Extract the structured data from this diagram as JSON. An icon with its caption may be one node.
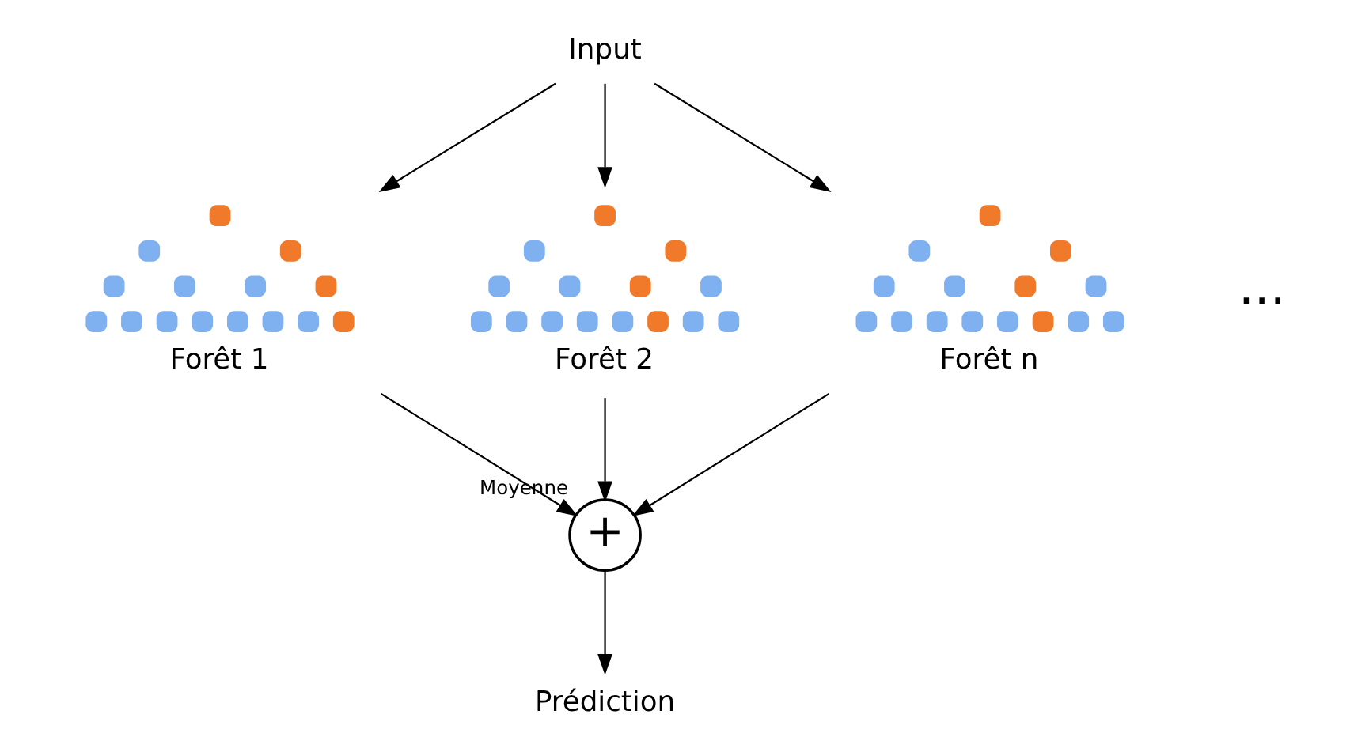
{
  "diagram": {
    "nodes": [
      {
        "text": [
          "Input"
        ]
      },
      {
        "text": [],
        "shape": "picture",
        "beside": [
          "Forêt 1"
        ]
      },
      {
        "text": [],
        "shape": "picture",
        "beside": [
          "Forêt 2"
        ]
      },
      {
        "text": [],
        "shape": "picture",
        "beside": [
          "Forêt n"
        ]
      },
      {
        "text": [
          "+"
        ],
        "beside": [
          "Moyenne"
        ]
      },
      {
        "text": [
          "Prédiction"
        ]
      }
    ],
    "edges": [
      {
        "from": 0,
        "to": 1,
        "arrow": "to"
      },
      {
        "from": 0,
        "to": 2,
        "arrow": "to"
      },
      {
        "from": 0,
        "to": 3,
        "arrow": "to"
      },
      {
        "from": 1,
        "to": 4,
        "arrow": "to"
      },
      {
        "from": 2,
        "to": 4,
        "arrow": "to"
      },
      {
        "from": 3,
        "to": 4,
        "arrow": "to"
      },
      {
        "from": 4,
        "to": 5,
        "arrow": "to"
      }
    ],
    "labels": [
      "..."
    ]
  }
}
